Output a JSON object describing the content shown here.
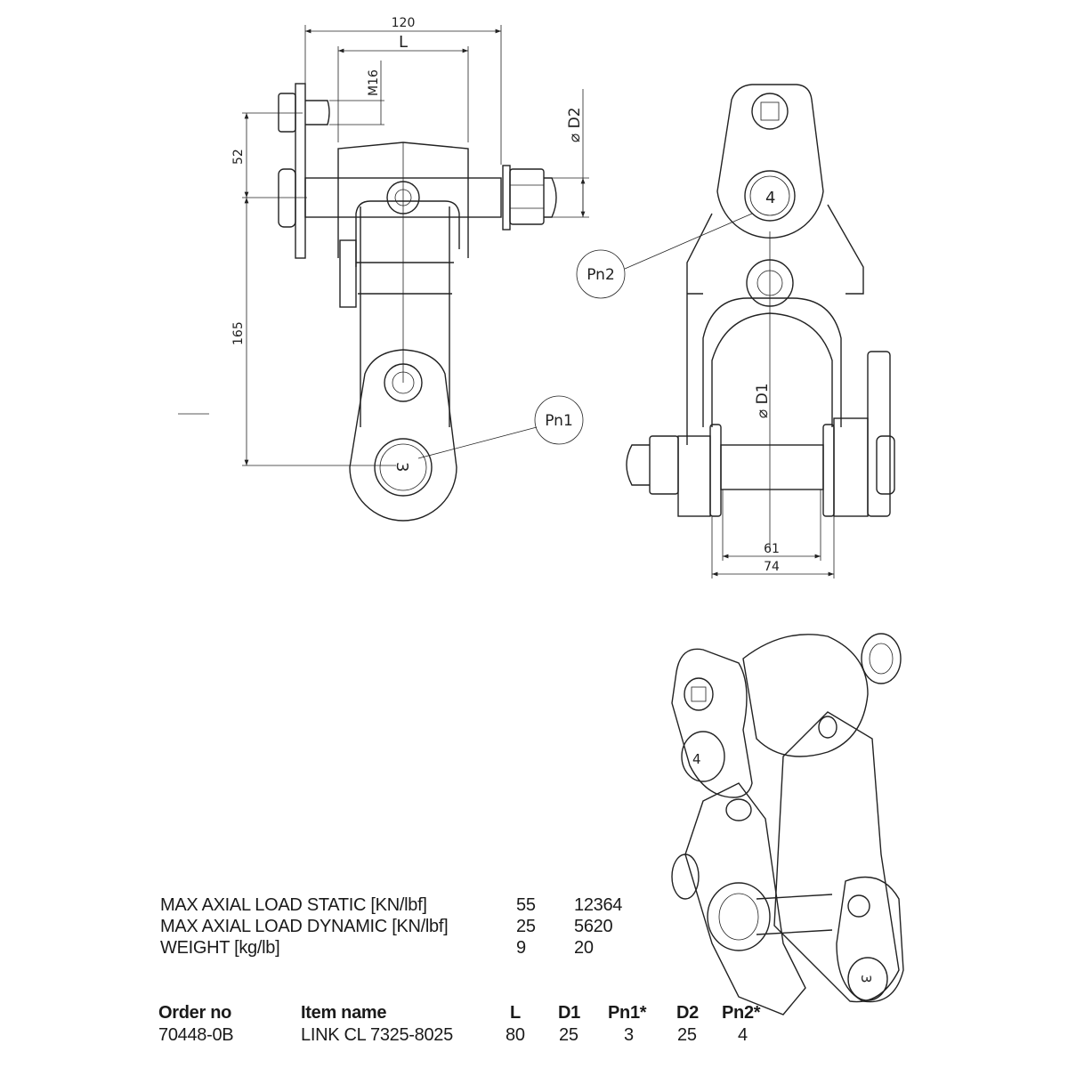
{
  "drawing": {
    "dimensions": {
      "overall_width": "120",
      "length": "L",
      "thread": "M16",
      "bolt_spacing": "52",
      "eye_distance": "165",
      "pin_diameter_top": "⌀ D2",
      "pin_diameter_bottom": "⌀ D1",
      "inner_width": "61",
      "outer_width": "74"
    },
    "callouts": {
      "pn1": "Pn1",
      "pn2": "Pn2",
      "pin3_mark": "3",
      "pin4_mark": "4"
    }
  },
  "specs": [
    {
      "label": "MAX AXIAL LOAD STATIC [KN/lbf]",
      "metric": "55",
      "imperial": "12364"
    },
    {
      "label": "MAX AXIAL LOAD DYNAMIC [KN/lbf]",
      "metric": "25",
      "imperial": "5620"
    },
    {
      "label": "WEIGHT [kg/lb]",
      "metric": "9",
      "imperial": "20"
    }
  ],
  "order_table": {
    "headers": [
      "Order no",
      "Item name",
      "L",
      "D1",
      "Pn1*",
      "D2",
      "Pn2*"
    ],
    "rows": [
      [
        "70448-0B",
        "LINK CL 7325-8025",
        "80",
        "25",
        "3",
        "25",
        "4"
      ]
    ]
  }
}
